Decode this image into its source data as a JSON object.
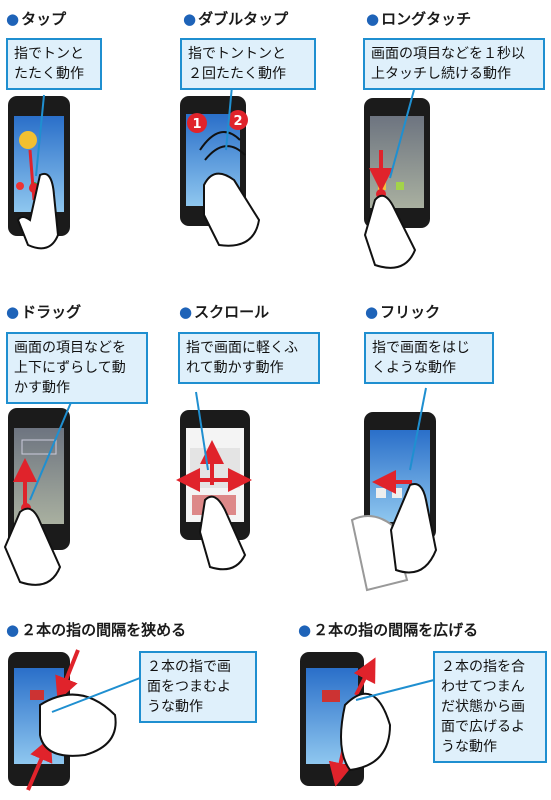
{
  "gestures": [
    {
      "title": "タップ",
      "caption_lines": [
        "指でトンと",
        "たたく動作"
      ]
    },
    {
      "title": "ダブルタップ",
      "caption_lines": [
        "指でトントンと",
        "２回たたく動作"
      ],
      "markers": [
        "1",
        "2"
      ]
    },
    {
      "title": "ロングタッチ",
      "caption_lines": [
        "画面の項目などを１秒以",
        "上タッチし続ける動作"
      ]
    },
    {
      "title": "ドラッグ",
      "caption_lines": [
        "画面の項目などを",
        "上下にずらして動",
        "かす動作"
      ]
    },
    {
      "title": "スクロール",
      "caption_lines": [
        "指で画面に軽くふ",
        "れて動かす動作"
      ]
    },
    {
      "title": "フリック",
      "caption_lines": [
        "指で画面をはじ",
        "くような動作"
      ]
    },
    {
      "title": "２本の指の間隔を狭める",
      "caption_lines": [
        "２本の指で画",
        "面をつまむよ",
        "うな動作"
      ]
    },
    {
      "title": "２本の指の間隔を広げる",
      "caption_lines": [
        "２本の指を合",
        "わせてつまん",
        "だ状態から画",
        "面で広げるよ",
        "うな動作"
      ]
    }
  ],
  "colors": {
    "accent": "#1f8fd0",
    "caption_bg": "#dff0fb",
    "arrow": "#e0232b",
    "bullet": "#1e63b8"
  }
}
